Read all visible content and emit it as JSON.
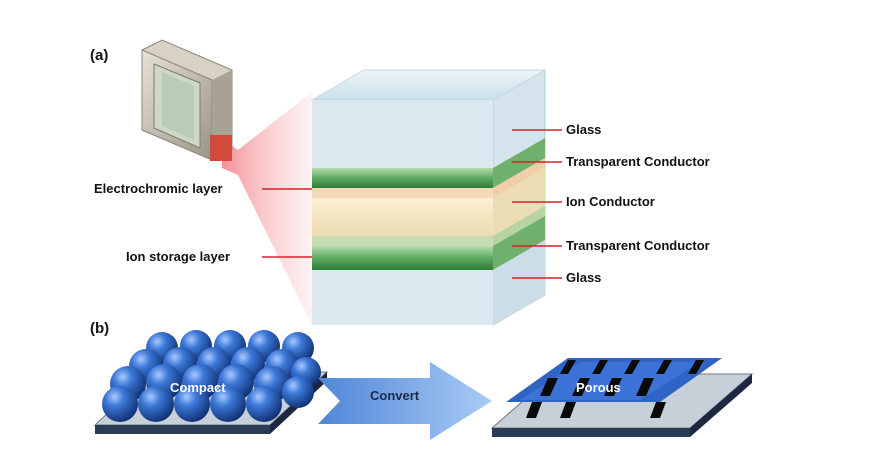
{
  "panels": {
    "a": "(a)",
    "b": "(b)"
  },
  "left_labels": {
    "electrochromic": "Electrochromic layer",
    "ion_storage": "Ion storage layer"
  },
  "right_labels": {
    "glass_top": "Glass",
    "tc_top": "Transparent Conductor",
    "ion_conductor": "Ion Conductor",
    "tc_bottom": "Transparent Conductor",
    "glass_bottom": "Glass"
  },
  "bottom": {
    "compact": "Compact",
    "convert": "Convert",
    "porous": "Porous"
  },
  "colors": {
    "glass": "#cfe2ee",
    "conductor": "#3f9a4c",
    "ion_layer": "#f3e2b8",
    "leader_line": "#d8202a",
    "sphere": "#2c5fb8",
    "arrow": "#6a9fe0"
  }
}
